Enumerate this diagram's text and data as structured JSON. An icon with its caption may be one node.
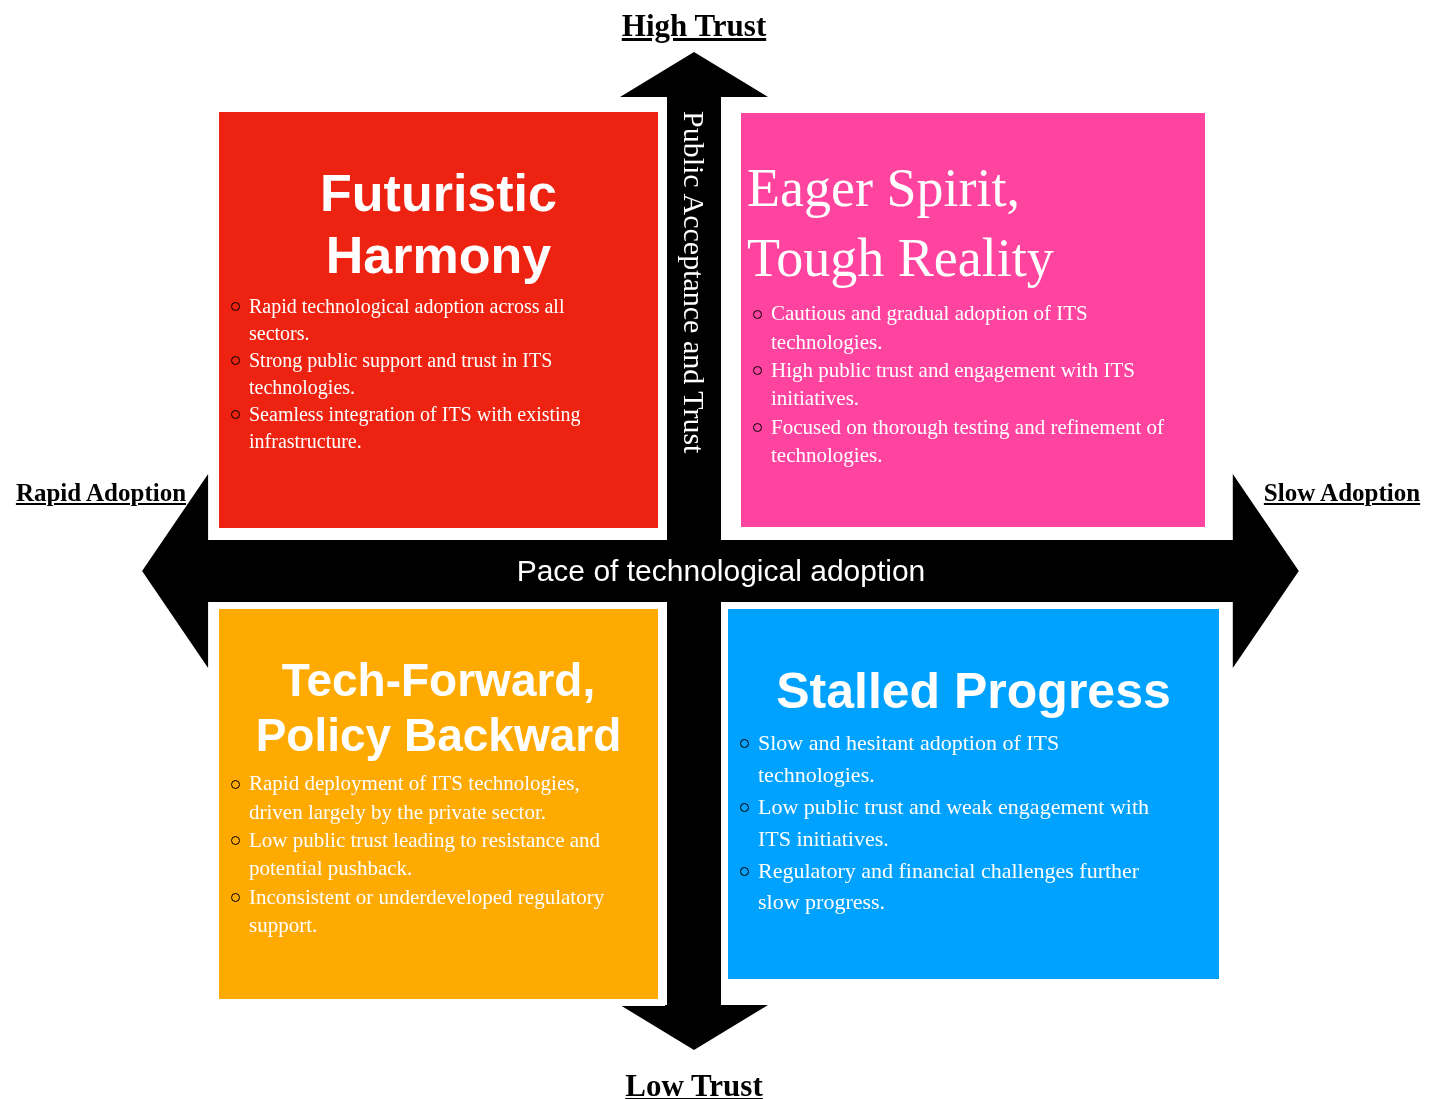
{
  "diagram": {
    "nodes": [
      {
        "text": [
          "Futuristic Harmony",
          "Rapid technological adoption across all sectors.",
          "Strong public support and trust in ITS technologies.",
          "Seamless integration of ITS with existing infrastructure."
        ]
      },
      {
        "text": [
          "Eager Spirit, Tough Reality",
          "Cautious and gradual adoption of ITS technologies.",
          "High public trust and engagement with ITS initiatives.",
          "Focused on thorough testing and refinement of technologies."
        ]
      },
      {
        "text": [
          "Tech-Forward, Policy Backward",
          "Rapid deployment of ITS technologies, driven largely by the private sector.",
          "Low public trust leading to resistance and potential pushback.",
          "Inconsistent or underdeveloped regulatory support."
        ]
      },
      {
        "text": [
          "Stalled Progress",
          "Slow and hesitant adoption of ITS technologies.",
          "Low public trust and weak engagement with ITS initiatives.",
          "Regulatory and financial challenges further slow progress."
        ]
      },
      {
        "text": [
          "High Trust"
        ]
      },
      {
        "text": [
          "Rapid Adoption"
        ]
      },
      {
        "text": [
          "Slow Adoption"
        ]
      },
      {
        "text": [
          "Low Trust"
        ]
      }
    ],
    "edges": [
      {
        "from": 7,
        "to": 4,
        "arrow": "both",
        "label": "Public Acceptance and Trust"
      },
      {
        "from": 5,
        "to": 6,
        "arrow": "both",
        "label": "Pace of technological adoption"
      }
    ]
  }
}
